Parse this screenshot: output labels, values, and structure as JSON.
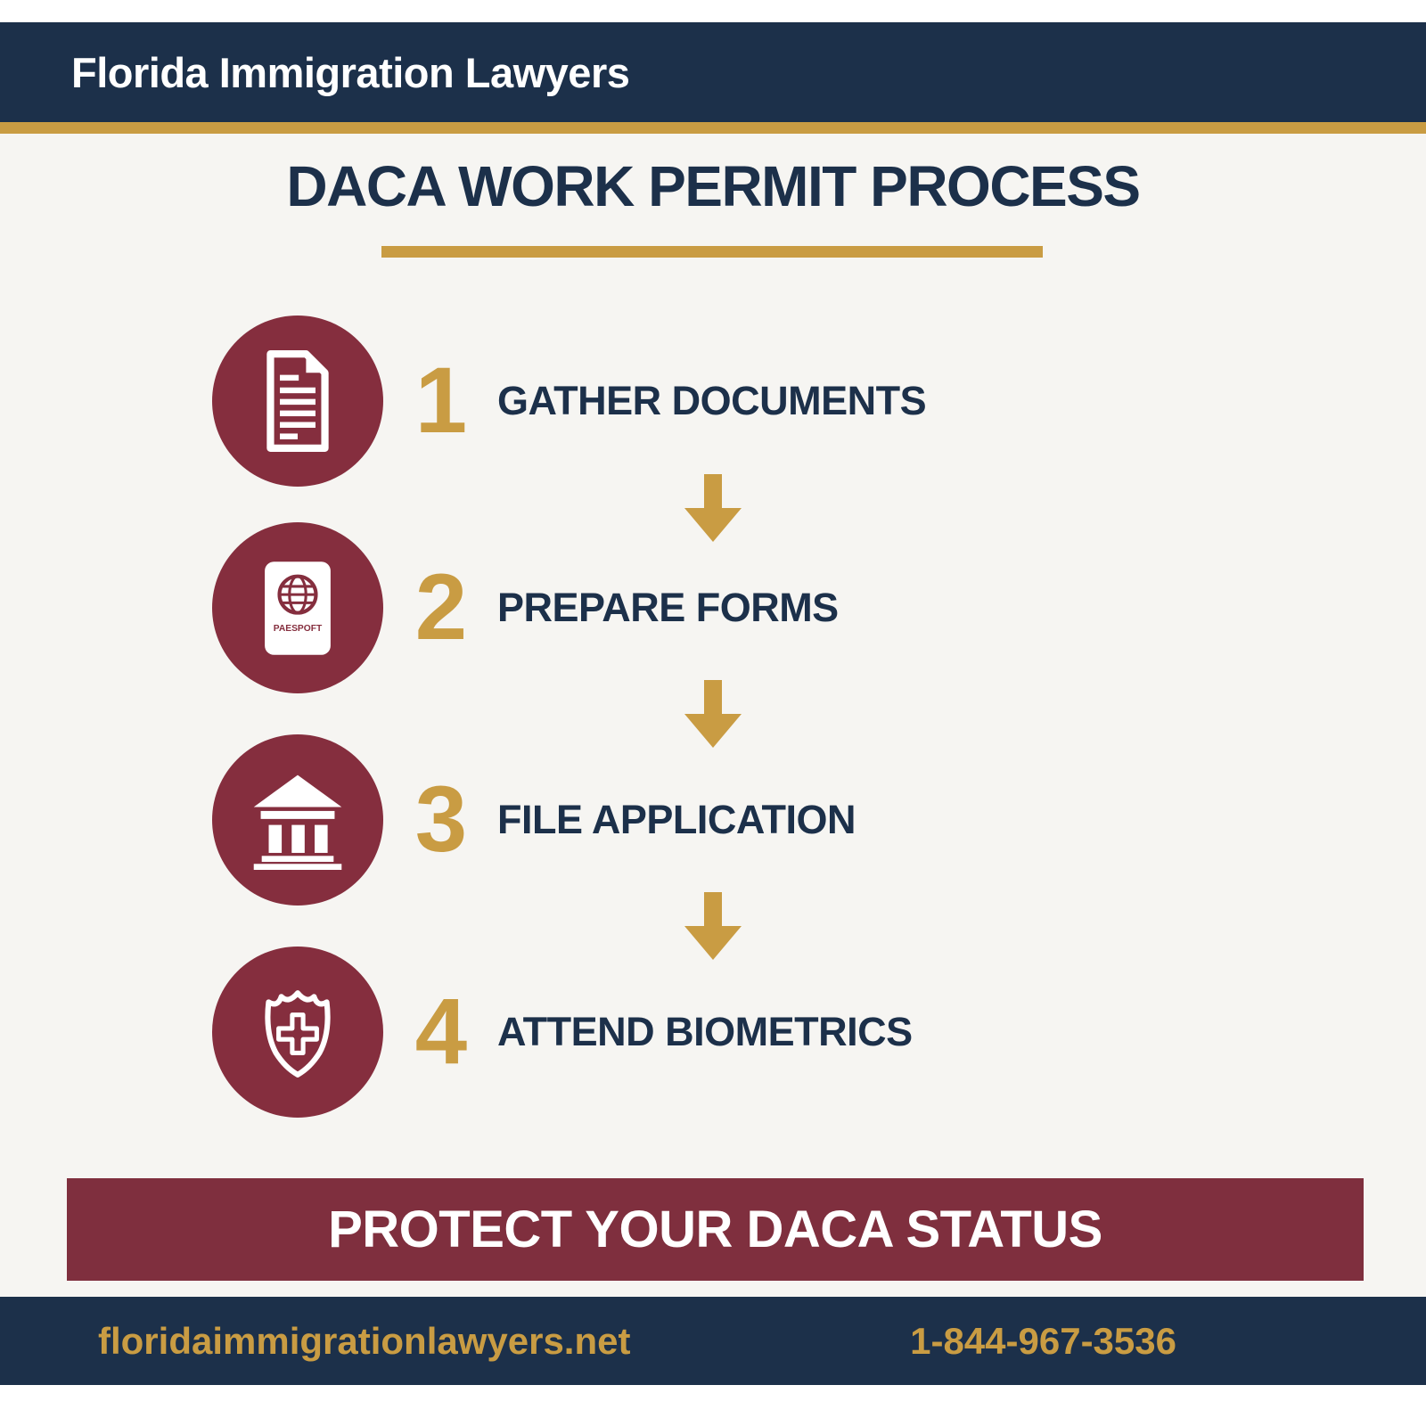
{
  "colors": {
    "navy": "#1c304a",
    "maroon": "#852e3e",
    "banner_maroon": "#7f2f3e",
    "gold": "#c99c43",
    "background": "#f6f5f2",
    "white": "#ffffff"
  },
  "header": {
    "brand": "Florida Immigration Lawyers"
  },
  "title": {
    "text": "DACA WORK PERMIT PROCESS"
  },
  "steps": [
    {
      "number": "1",
      "label": "GATHER DOCUMENTS",
      "icon": "document-icon"
    },
    {
      "number": "2",
      "label": "PREPARE FORMS",
      "icon": "passport-icon",
      "passport_label": "PAESPOFT"
    },
    {
      "number": "3",
      "label": "FILE APPLICATION",
      "icon": "bank-icon"
    },
    {
      "number": "4",
      "label": "ATTEND BIOMETRICS",
      "icon": "shield-icon"
    }
  ],
  "banner": {
    "text": "PROTECT YOUR DACA STATUS"
  },
  "footer": {
    "website": "floridaimmigrationlawyers.net",
    "phone": "1-844-967-3536"
  }
}
